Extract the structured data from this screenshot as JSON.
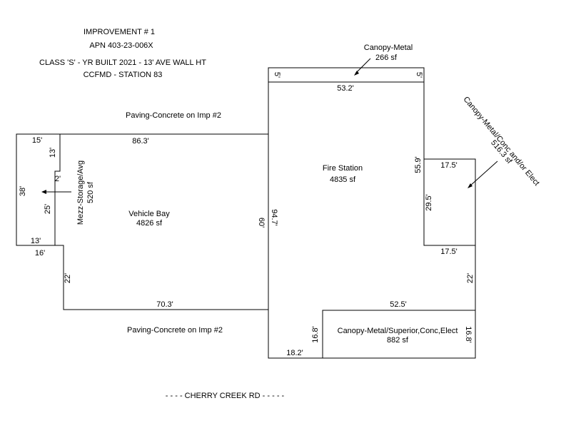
{
  "header": {
    "line1": "IMPROVEMENT # 1",
    "line2": "APN 403-23-006X",
    "line3": "CLASS 'S' - YR BUILT 2021 - 13' AVE WALL HT",
    "line4": "CCFMD - STATION 83"
  },
  "paving": {
    "top": "Paving-Concrete on Imp #2",
    "bottom": "Paving-Concrete on Imp #2"
  },
  "road": "- - - - CHERRY CREEK RD - - - - -",
  "areas": {
    "canopy_metal": {
      "name": "Canopy-Metal",
      "size": "266 sf"
    },
    "fire_station": {
      "name": "Fire Station",
      "size": "4835 sf"
    },
    "vehicle_bay": {
      "name": "Vehicle Bay",
      "size": "4826 sf"
    },
    "mezz": {
      "name": "Mezz-Storage/Avg",
      "size": "520 sf"
    },
    "canopy_right": {
      "name": "Canopy-Metal/Conc and/or Elect",
      "size": "516.3 sf"
    },
    "canopy_bottom": {
      "name": "Canopy-Metal/Superior,Conc,Elect",
      "size": "882 sf"
    }
  },
  "dims": {
    "canopy_left_5": "5'",
    "canopy_right_5": "5'",
    "fs_top": "53.2'",
    "vb_top": "86.3'",
    "mz_top": "15'",
    "mz_13v": "13'",
    "mz_2": "2'",
    "mz_38": "38'",
    "mz_25": "25'",
    "mz_13h": "13'",
    "vb_16": "16'",
    "vb_22": "22'",
    "vb_bottom": "70.3'",
    "vb_right": "60'",
    "fs_left": "94.7'",
    "fs_55": "55.9'",
    "cr_17_top": "17.5'",
    "cr_29": "29.5'",
    "cr_17_bottom": "17.5'",
    "fs_22": "22'",
    "cb_top": "52.5'",
    "cb_left": "16.8'",
    "cb_right": "16.8'",
    "fs_bottom": "18.2'"
  }
}
